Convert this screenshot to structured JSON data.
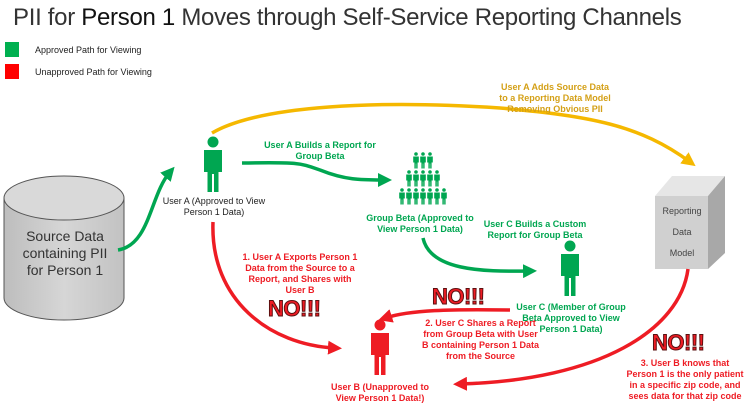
{
  "title": {
    "prefix": "PII for ",
    "emphasis": "Person 1",
    "suffix": " Moves through Self-Service Reporting Channels"
  },
  "legend": [
    {
      "label": "Approved Path for Viewing",
      "color": "#00b050"
    },
    {
      "label": "Unapproved Path for Viewing",
      "color": "#ff0000"
    }
  ],
  "colors": {
    "approved": "#00a651",
    "unapproved": "#ee1c24",
    "model_path": "#f5b800",
    "shape_gray": "#d4d4d4"
  },
  "nodes": {
    "source": {
      "line1": "Source Data",
      "line2": "containing PII",
      "line3": "for Person 1",
      "icon": "database-cylinder-icon"
    },
    "user_a": {
      "line1": "User A (Approved to View",
      "line2": "Person 1 Data)",
      "icon": "person-icon"
    },
    "group_beta": {
      "line1": "Group Beta (Approved to",
      "line2": "View Person 1 Data)",
      "icon": "group-icon"
    },
    "user_c": {
      "line1": "User C (Member of Group",
      "line2": "Beta Approved to View",
      "line3": "Person 1 Data)",
      "icon": "person-icon"
    },
    "user_b": {
      "line1": "User B (Unapproved to",
      "line2": "View Person 1 Data!)",
      "icon": "person-icon"
    },
    "model": {
      "line1": "Reporting",
      "line2": "Data",
      "line3": "Model",
      "icon": "cube-icon"
    }
  },
  "flows": {
    "model_add": {
      "line1": "User A Adds Source Data",
      "line2": "to a Reporting Data Model",
      "line3": "Removing Obvious PII"
    },
    "build_report": {
      "line1": "User A Builds a Report for",
      "line2": "Group Beta"
    },
    "custom_report": {
      "line1": "User C Builds a Custom",
      "line2": "Report for Group Beta"
    },
    "violation1": {
      "line1": "1. User A Exports Person 1",
      "line2": "Data from the Source to a",
      "line3": "Report, and Shares with",
      "line4": "User B",
      "alert": "NO!!!"
    },
    "violation2": {
      "line1": "2. User C Shares a Report",
      "line2": "from Group Beta with User",
      "line3": "B containing Person 1 Data",
      "line4": "from the Source",
      "alert": "NO!!!"
    },
    "violation3": {
      "line1": "3. User B knows that",
      "line2": "Person 1 is the only patient",
      "line3": "in a specific zip code, and",
      "line4": "sees data for that zip code",
      "alert": "NO!!!"
    }
  }
}
